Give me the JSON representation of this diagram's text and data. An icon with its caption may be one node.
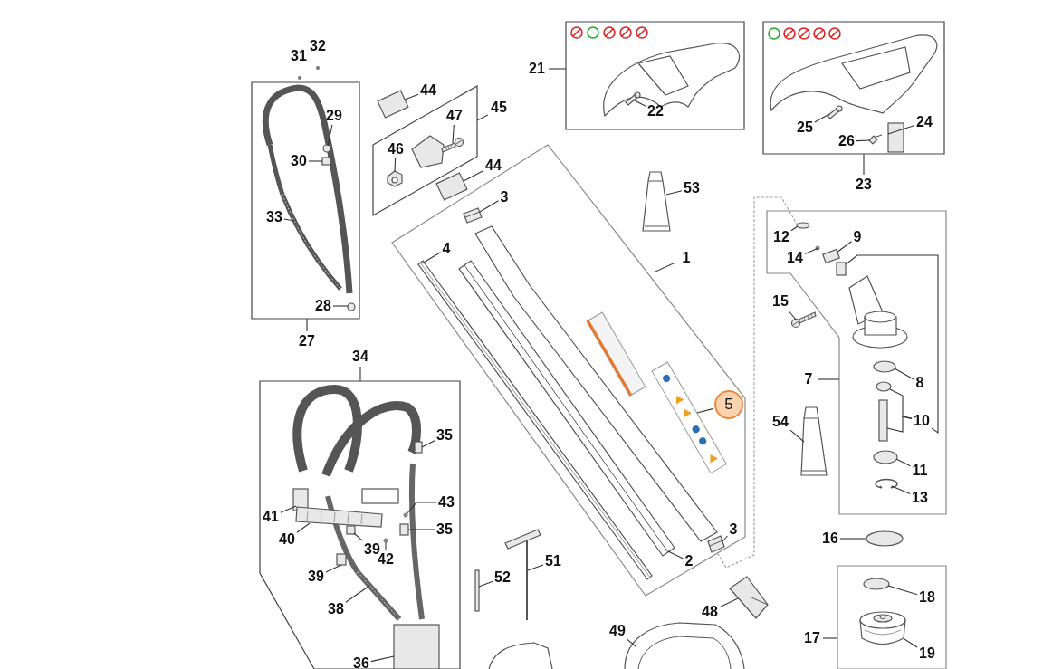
{
  "diagram": {
    "nodes": [
      {
        "text": [
          "21"
        ]
      },
      {
        "text": [
          "22"
        ],
        "in": 0
      },
      {
        "text": [
          "23"
        ]
      },
      {
        "text": [
          "25"
        ],
        "in": 2
      },
      {
        "text": [
          "26"
        ],
        "in": 2
      },
      {
        "text": [
          "24"
        ],
        "in": 2
      },
      {
        "text": [
          "27"
        ]
      },
      {
        "text": [
          "29"
        ],
        "in": 6
      },
      {
        "text": [
          "30"
        ],
        "in": 6
      },
      {
        "text": [
          "33"
        ],
        "in": 6
      },
      {
        "text": [
          "28"
        ],
        "in": 6
      },
      {
        "text": [
          "45"
        ]
      },
      {
        "text": [
          "47"
        ],
        "in": 11
      },
      {
        "text": [
          "46"
        ],
        "in": 11
      },
      {
        "text": [
          "44"
        ]
      },
      {
        "text": [
          "44"
        ]
      },
      {
        "text": [
          "53"
        ]
      },
      {
        "text": [
          "1"
        ]
      },
      {
        "text": [
          "3"
        ],
        "in": 17
      },
      {
        "text": [
          "4"
        ],
        "in": 17
      },
      {
        "text": [
          "5"
        ],
        "in": 17
      },
      {
        "text": [
          "2"
        ],
        "in": 17
      },
      {
        "text": [
          "3"
        ],
        "in": 17
      },
      {
        "text": [
          "7"
        ]
      },
      {
        "text": [
          "12"
        ],
        "in": 23
      },
      {
        "text": [
          "9"
        ],
        "in": 23
      },
      {
        "text": [
          "14"
        ],
        "in": 23
      },
      {
        "text": [
          "15"
        ]
      },
      {
        "text": [
          "8"
        ],
        "in": 23
      },
      {
        "text": [
          "10"
        ],
        "in": 23
      },
      {
        "text": [
          "54"
        ]
      },
      {
        "text": [
          "11"
        ],
        "in": 23
      },
      {
        "text": [
          "13"
        ],
        "in": 23
      },
      {
        "text": [
          "34"
        ]
      },
      {
        "text": [
          "35"
        ],
        "in": 33
      },
      {
        "text": [
          "41"
        ],
        "in": 33
      },
      {
        "text": [
          "43"
        ],
        "in": 33
      },
      {
        "text": [
          "35"
        ],
        "in": 33
      },
      {
        "text": [
          "40"
        ],
        "in": 33
      },
      {
        "text": [
          "39"
        ],
        "in": 33
      },
      {
        "text": [
          "42"
        ],
        "in": 33
      },
      {
        "text": [
          "39"
        ],
        "in": 33
      },
      {
        "text": [
          "38"
        ],
        "in": 33
      },
      {
        "text": [
          "36"
        ],
        "in": 33
      },
      {
        "text": [
          "16"
        ]
      },
      {
        "text": [
          "51"
        ]
      },
      {
        "text": [
          "52"
        ]
      },
      {
        "text": [
          "48"
        ]
      },
      {
        "text": [
          "17"
        ]
      },
      {
        "text": [
          "18"
        ],
        "in": 48
      },
      {
        "text": [
          "49"
        ]
      },
      {
        "text": [
          "19"
        ],
        "in": 48
      },
      {
        "text": [],
        "shape": "picture",
        "in": 0
      },
      {
        "text": [],
        "shape": "picture",
        "in": 2
      },
      {
        "text": [],
        "shape": "picture",
        "in": 2
      },
      {
        "text": [],
        "shape": "box",
        "in": 2
      },
      {
        "text": [],
        "shape": "circle",
        "in": 6
      },
      {
        "text": [],
        "shape": "box",
        "in": 6
      },
      {
        "text": [],
        "shape": "picture",
        "in": 6
      },
      {
        "text": [],
        "shape": "circle",
        "in": 6
      },
      {
        "text": [],
        "shape": "picture",
        "in": 11
      },
      {
        "text": [],
        "shape": "picture",
        "in": 11
      },
      {
        "text": [],
        "shape": "box"
      },
      {
        "text": [],
        "shape": "box"
      },
      {
        "text": [],
        "shape": "picture"
      },
      {
        "text": [],
        "shape": "picture",
        "in": 17
      },
      {
        "text": [],
        "shape": "picture",
        "in": 17
      },
      {
        "text": [],
        "shape": "picture",
        "in": 17
      },
      {
        "text": [],
        "shape": "picture",
        "in": 17
      },
      {
        "text": [],
        "shape": "picture",
        "in": 17
      },
      {
        "text": [],
        "shape": "circle",
        "in": 23
      },
      {
        "text": [],
        "shape": "box",
        "in": 23
      },
      {
        "text": [],
        "shape": "circle",
        "in": 23
      },
      {
        "text": [],
        "shape": "picture"
      },
      {
        "text": [],
        "shape": "circle",
        "in": 23
      },
      {
        "text": [],
        "shape": "circle",
        "in": 23
      },
      {
        "text": [],
        "shape": "box",
        "in": 23
      },
      {
        "text": [],
        "shape": "box",
        "in": 23
      },
      {
        "text": [],
        "shape": "picture"
      },
      {
        "text": [],
        "shape": "circle",
        "in": 23
      },
      {
        "text": [],
        "shape": "picture",
        "in": 23
      },
      {
        "text": [],
        "shape": "box",
        "in": 33
      },
      {
        "text": [],
        "shape": "box",
        "in": 33
      },
      {
        "text": [],
        "shape": "circle",
        "in": 33
      },
      {
        "text": [],
        "shape": "box",
        "in": 33
      },
      {
        "text": [],
        "shape": "picture",
        "in": 33
      },
      {
        "text": [],
        "shape": "box",
        "in": 33
      },
      {
        "text": [],
        "shape": "circle",
        "in": 33
      },
      {
        "text": [],
        "shape": "box",
        "in": 33
      },
      {
        "text": [],
        "shape": "picture",
        "in": 33
      },
      {
        "text": [],
        "shape": "box",
        "in": 33
      },
      {
        "text": [],
        "shape": "circle"
      },
      {
        "text": [],
        "shape": "picture"
      },
      {
        "text": [],
        "shape": "box"
      },
      {
        "text": [],
        "shape": "picture"
      },
      {
        "text": [],
        "shape": "circle",
        "in": 48
      },
      {
        "text": [],
        "shape": "picture"
      },
      {
        "text": [],
        "shape": "picture",
        "in": 48
      }
    ],
    "edges": [
      {
        "from": 1,
        "to": 52,
        "arrow": "none"
      },
      {
        "from": 3,
        "to": 53,
        "arrow": "none"
      },
      {
        "from": 4,
        "to": 54,
        "arrow": "none"
      },
      {
        "from": 5,
        "to": 55,
        "arrow": "none"
      },
      {
        "from": 7,
        "to": 56,
        "arrow": "none"
      },
      {
        "from": 8,
        "to": 57,
        "arrow": "none"
      },
      {
        "from": 9,
        "to": 58,
        "arrow": "none"
      },
      {
        "from": 10,
        "to": 59,
        "arrow": "none"
      },
      {
        "from": 12,
        "to": 60,
        "arrow": "none"
      },
      {
        "from": 13,
        "to": 61,
        "arrow": "none"
      },
      {
        "from": 14,
        "to": 62,
        "arrow": "none"
      },
      {
        "from": 15,
        "to": 63,
        "arrow": "none"
      },
      {
        "from": 16,
        "to": 64,
        "arrow": "none"
      },
      {
        "from": 18,
        "to": 65,
        "arrow": "none"
      },
      {
        "from": 19,
        "to": 66,
        "arrow": "none"
      },
      {
        "from": 20,
        "to": 67,
        "arrow": "none"
      },
      {
        "from": 21,
        "to": 68,
        "arrow": "none"
      },
      {
        "from": 22,
        "to": 69,
        "arrow": "none"
      },
      {
        "from": 24,
        "to": 70,
        "arrow": "none"
      },
      {
        "from": 25,
        "to": 71,
        "arrow": "none"
      },
      {
        "from": 26,
        "to": 72,
        "arrow": "none"
      },
      {
        "from": 27,
        "to": 73,
        "arrow": "none"
      },
      {
        "from": 28,
        "to": 74,
        "arrow": "none"
      },
      {
        "from": 29,
        "to": 75,
        "arrow": "none"
      },
      {
        "from": 29,
        "to": 76,
        "arrow": "none"
      },
      {
        "from": 29,
        "to": 77,
        "arrow": "none"
      },
      {
        "from": 30,
        "to": 78,
        "arrow": "none"
      },
      {
        "from": 31,
        "to": 79,
        "arrow": "none"
      },
      {
        "from": 32,
        "to": 80,
        "arrow": "none"
      },
      {
        "from": 34,
        "to": 81,
        "arrow": "none"
      },
      {
        "from": 35,
        "to": 82,
        "arrow": "none"
      },
      {
        "from": 36,
        "to": 83,
        "arrow": "none"
      },
      {
        "from": 37,
        "to": 84,
        "arrow": "none"
      },
      {
        "from": 38,
        "to": 85,
        "arrow": "none"
      },
      {
        "from": 39,
        "to": 86,
        "arrow": "none"
      },
      {
        "from": 40,
        "to": 87,
        "arrow": "none"
      },
      {
        "from": 41,
        "to": 88,
        "arrow": "none"
      },
      {
        "from": 42,
        "to": 89,
        "arrow": "none"
      },
      {
        "from": 43,
        "to": 90,
        "arrow": "none"
      },
      {
        "from": 44,
        "to": 91,
        "arrow": "none"
      },
      {
        "from": 45,
        "to": 92,
        "arrow": "none"
      },
      {
        "from": 46,
        "to": 93,
        "arrow": "none"
      },
      {
        "from": 47,
        "to": 94,
        "arrow": "none"
      },
      {
        "from": 49,
        "to": 95,
        "arrow": "none"
      },
      {
        "from": 50,
        "to": 96,
        "arrow": "none"
      },
      {
        "from": 51,
        "to": 97,
        "arrow": "none"
      },
      {
        "from": 69,
        "to": 70,
        "arrow": "none",
        "style": "dashed",
        "color": "#999999"
      }
    ],
    "labels": [
      "31",
      "32"
    ]
  }
}
